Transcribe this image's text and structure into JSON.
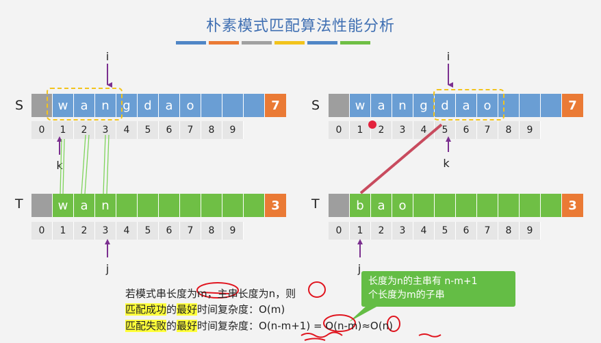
{
  "title": "朴素模式匹配算法性能分析",
  "color_bars": [
    "#4f86c6",
    "#ea7a35",
    "#a0a0a0",
    "#f2c31c",
    "#4f86c6",
    "#6fbf45"
  ],
  "left": {
    "s_label": "S",
    "s_chars": [
      "w",
      "a",
      "n",
      "g",
      "d",
      "a",
      "o",
      "",
      "",
      ""
    ],
    "s_length": "7",
    "s_indices": [
      "0",
      "1",
      "2",
      "3",
      "4",
      "5",
      "6",
      "7",
      "8",
      "9"
    ],
    "i_label": "i",
    "k_label": "k",
    "t_label": "T",
    "t_chars": [
      "w",
      "a",
      "n",
      "",
      "",
      "",
      "",
      "",
      "",
      ""
    ],
    "t_length": "3",
    "t_indices": [
      "0",
      "1",
      "2",
      "3",
      "4",
      "5",
      "6",
      "7",
      "8",
      "9"
    ],
    "j_label": "j"
  },
  "right": {
    "s_label": "S",
    "s_chars": [
      "w",
      "a",
      "n",
      "g",
      "d",
      "a",
      "o",
      "",
      "",
      ""
    ],
    "s_length": "7",
    "s_indices": [
      "0",
      "1",
      "2",
      "3",
      "4",
      "5",
      "6",
      "7",
      "8",
      "9"
    ],
    "i_label": "i",
    "k_label": "k",
    "t_label": "T",
    "t_chars": [
      "b",
      "a",
      "o",
      "",
      "",
      "",
      "",
      "",
      "",
      ""
    ],
    "t_length": "3",
    "t_indices": [
      "0",
      "1",
      "2",
      "3",
      "4",
      "5",
      "6",
      "7",
      "8",
      "9"
    ],
    "j_label": "j"
  },
  "text": {
    "line1_a": "若模式串长度为m，主串长度为n，则",
    "line2_hl": "匹配成功",
    "line2_b": "的",
    "line2_hl2": "最好",
    "line2_c": "时间复杂度：O(m)",
    "line3_hl": "匹配失败",
    "line3_b": "的",
    "line3_hl2": "最好",
    "line3_c": "时间复杂度：O(n-m+1) = O(n-m)≈O(n)"
  },
  "callout": {
    "line1": "长度为n的主串有 n-m+1",
    "line2": "个长度为m的子串"
  }
}
